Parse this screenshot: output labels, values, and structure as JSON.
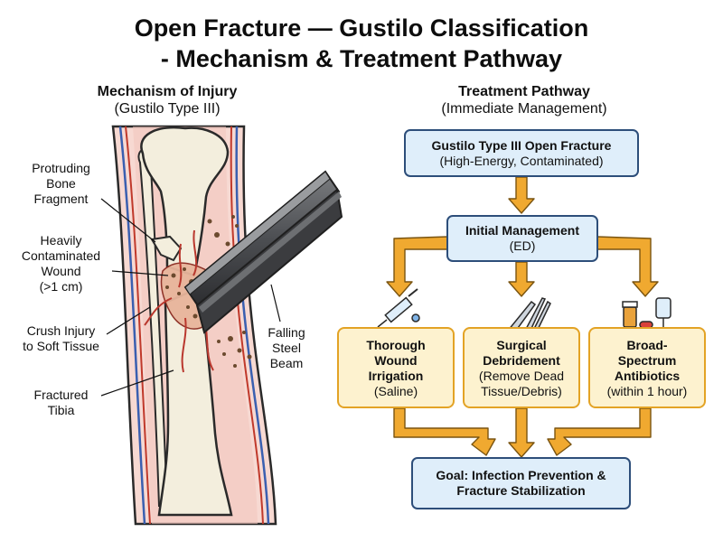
{
  "title": {
    "line1": "Open Fracture — Gustilo Classification",
    "line2": "- Mechanism & Treatment Pathway"
  },
  "left_panel": {
    "heading": "Mechanism of Injury",
    "subheading": "(Gustilo Type III)",
    "labels": {
      "bone_fragment": [
        "Protruding",
        "Bone",
        "Fragment"
      ],
      "wound": [
        "Heavily",
        "Contaminated",
        "Wound",
        "(>1 cm)"
      ],
      "crush": [
        "Crush Injury",
        "to Soft Tissue"
      ],
      "tibia": [
        "Fractured",
        "Tibia"
      ],
      "beam": [
        "Falling",
        "Steel",
        "Beam"
      ]
    }
  },
  "right_panel": {
    "heading": "Treatment Pathway",
    "subheading": "(Immediate Management)",
    "top_box": {
      "title": "Gustilo Type III Open Fracture",
      "subtitle": "(High-Energy, Contaminated)"
    },
    "initial_box": {
      "title": "Initial Management",
      "subtitle": "(ED)"
    },
    "steps": [
      {
        "title_lines": [
          "Thorough",
          "Wound",
          "Irrigation"
        ],
        "detail": "(Saline)",
        "icon": "syringe-icon"
      },
      {
        "title_lines": [
          "Surgical",
          "Debridement"
        ],
        "detail_lines": [
          "(Remove Dead",
          "Tissue/Debris)"
        ],
        "icon": "scalpel-forceps-icon"
      },
      {
        "title_lines": [
          "Broad-",
          "Spectrum",
          "Antibiotics"
        ],
        "detail": "(within 1 hour)",
        "icon": "medication-icon"
      }
    ],
    "goal_box": {
      "line1": "Goal: Infection Prevention &",
      "line2": "Fracture Stabilization"
    }
  },
  "colors": {
    "box_fill": "#dfeefa",
    "box_border": "#2d4e7a",
    "step_fill": "#fdf2cf",
    "step_border": "#e3a325",
    "arrow": "#f0a930",
    "bone": "#f3eedd",
    "skin": "#f7d9d2",
    "wound": "#b9372d"
  }
}
